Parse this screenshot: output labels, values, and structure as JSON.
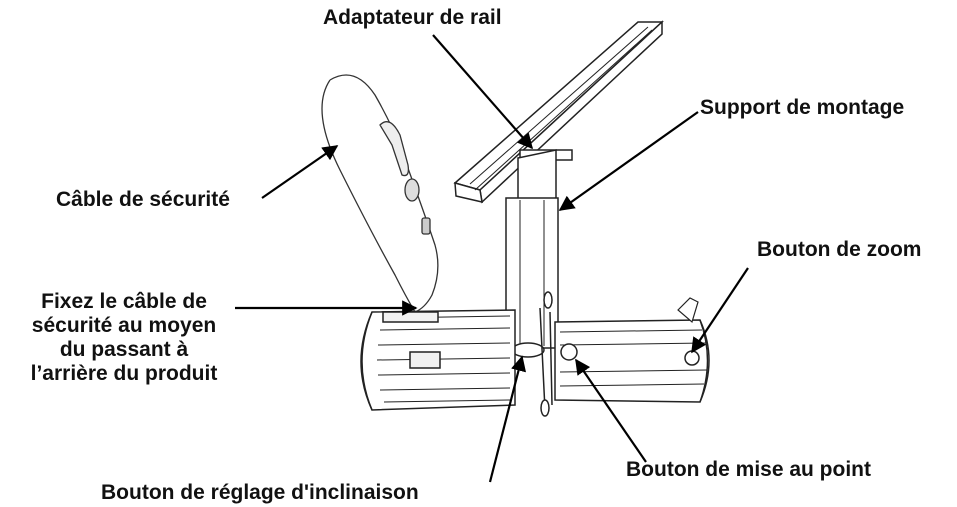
{
  "labels": {
    "rail_adapter": "Adaptateur de rail",
    "mounting_bracket": "Support de montage",
    "safety_cable": "Câble de sécurité",
    "zoom_knob": "Bouton de zoom",
    "attach_cable_lines": [
      "Fixez le câble de",
      "sécurité au moyen",
      "du passant à",
      "l’arrière du produit"
    ],
    "focus_knob": "Bouton de mise au point",
    "tilt_knob": "Bouton de réglage d'inclinaison"
  },
  "colors": {
    "text": "#111111",
    "line": "#222222",
    "background": "#ffffff"
  }
}
